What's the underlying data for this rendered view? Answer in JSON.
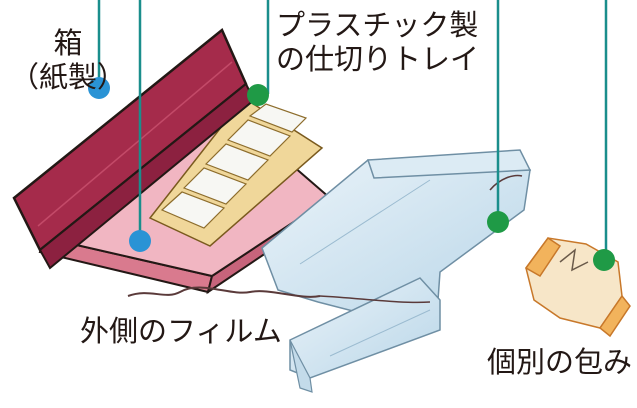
{
  "labels": {
    "box_line1": "箱",
    "box_line2": "（紙製）",
    "tray_line1": "プラスチック製",
    "tray_line2": "の仕切りトレイ",
    "outer_film": "外側のフィルム",
    "individual_wrap": "個別の包み"
  },
  "colors": {
    "leader_line": "#1a8e8c",
    "dot_blue": "#2a93d5",
    "dot_green": "#1f9a46",
    "box_lid": "#a52b4b",
    "box_body": "#e28e9e",
    "tray": "#e9cd86",
    "film": "#cfe3ef",
    "wrapper": "#f2b35c"
  }
}
